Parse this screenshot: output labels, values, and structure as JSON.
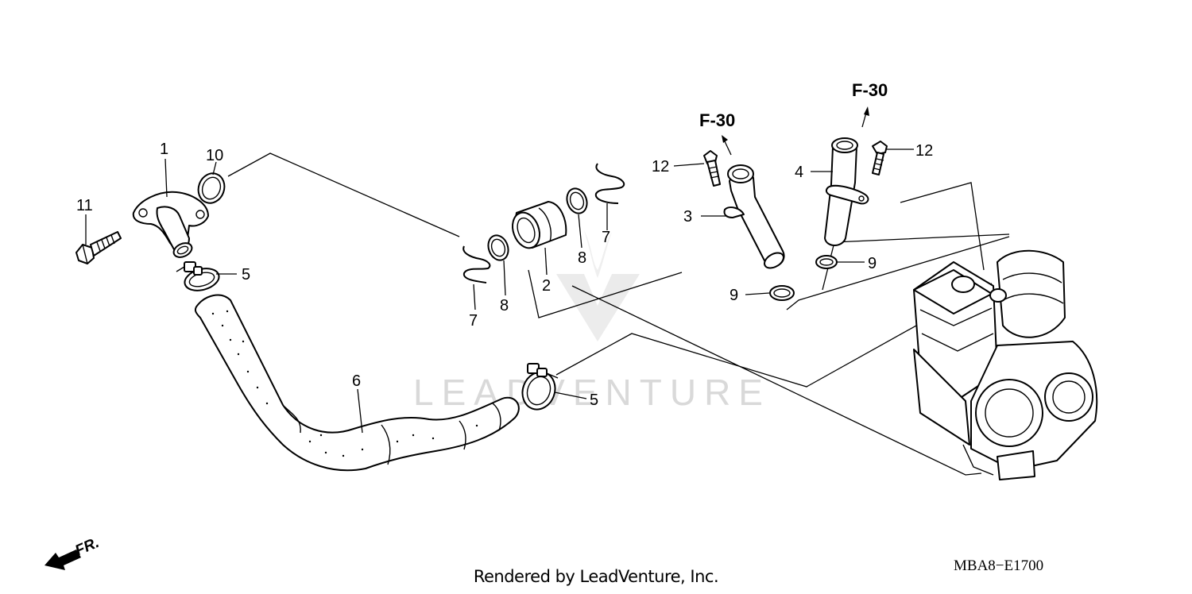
{
  "watermark": "LEADVENTURE",
  "reference_labels": [
    "F-30",
    "F-30"
  ],
  "callouts": {
    "p1": "1",
    "p2": "2",
    "p3": "3",
    "p4": "4",
    "p5a": "5",
    "p5b": "5",
    "p6": "6",
    "p7a": "7",
    "p7b": "7",
    "p8a": "8",
    "p8b": "8",
    "p9a": "9",
    "p9b": "9",
    "p10": "10",
    "p11": "11",
    "p12a": "12",
    "p12b": "12"
  },
  "front_indicator": "FR.",
  "diagram_code": "MBA8−E1700",
  "credit": "Rendered by LeadVenture, Inc."
}
